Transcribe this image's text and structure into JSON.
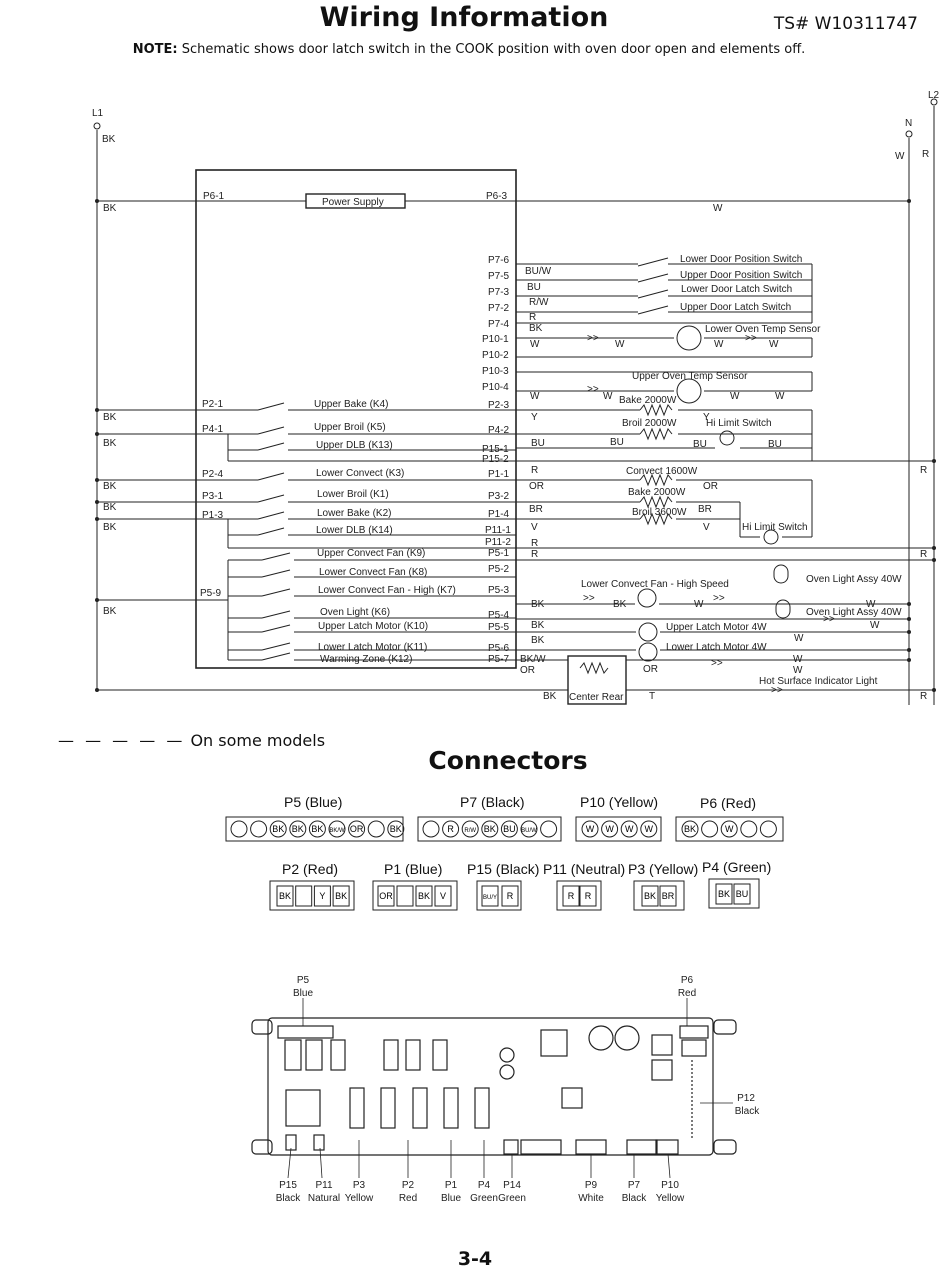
{
  "header": {
    "title": "Wiring Information",
    "ts_number": "TS# W10311747",
    "note_label": "NOTE:",
    "note_text": "Schematic shows door latch switch in the COOK position with oven door open and elements off."
  },
  "schematic": {
    "rails": {
      "l1": "L1",
      "n": "N",
      "l2": "L2",
      "l1_wire": "BK",
      "n_wire": "W",
      "l2_wire": "R"
    },
    "power_supply": {
      "label": "Power Supply",
      "left_pin": "P6-1",
      "right_pin": "P6-3",
      "left_wire": "BK",
      "right_wire": "W"
    },
    "door_switch_pins": [
      "P7-6",
      "P7-5",
      "P7-3",
      "P7-2",
      "P7-4"
    ],
    "door_switch_wires": [
      "BU/W",
      "BU",
      "R/W",
      "R",
      "BK"
    ],
    "door_switches": [
      "Lower Door Position Switch",
      "Upper Door Position Switch",
      "Lower Door Latch Switch",
      "Upper Door Latch Switch"
    ],
    "sensor_pins": [
      "P10-1",
      "P10-2",
      "P10-3",
      "P10-4"
    ],
    "lower_sensor": "Lower  Oven Temp Sensor",
    "upper_sensor": "Upper  Oven Temp Sensor",
    "sensor_wire": "W",
    "arrow": ">>",
    "relays_upper": [
      {
        "in_pin": "P2-1",
        "in_wire": "BK",
        "label": "Upper Bake (K4)",
        "out_pin": "P2-3"
      },
      {
        "in_pin": "P4-1",
        "in_wire": "BK",
        "label": "Upper Broil (K5)",
        "out_pin": "P4-2"
      },
      {
        "label": "Upper DLB (K13)",
        "out_pin": "P15-1",
        "out_pin2": "P15-2"
      }
    ],
    "relays_lower": [
      {
        "in_pin": "P2-4",
        "in_wire": "BK",
        "label": "Lower Convect (K3)",
        "out_pin": "P1-1"
      },
      {
        "in_pin": "P3-1",
        "in_wire": "BK",
        "label": "Lower Broil (K1)",
        "out_pin": "P3-2"
      },
      {
        "in_pin": "P1-3",
        "in_wire": "BK",
        "label": "Lower Bake (K2)",
        "out_pin": "P1-4"
      },
      {
        "label": "Lower DLB (K14)",
        "out_pin": "P11-1",
        "out_pin2": "P11-2"
      }
    ],
    "relays_p5": [
      {
        "label": "Upper Convect Fan (K9)",
        "out_pin": "P5-1"
      },
      {
        "label": "Lower Convect Fan (K8)",
        "out_pin": "P5-2"
      },
      {
        "label": "Lower Convect Fan - High (K7)",
        "out_pin": "P5-3"
      },
      {
        "label": "Oven Light (K6)",
        "out_pin": "P5-4"
      },
      {
        "label": "Upper Latch Motor (K10)",
        "out_pin": "P5-5"
      },
      {
        "label": "Lower Latch Motor (K11)",
        "out_pin": "P5-6"
      },
      {
        "label": "Warming Zone (K12)",
        "out_pin": "P5-7"
      }
    ],
    "p5_common": {
      "pin": "P5-9",
      "wire": "BK"
    },
    "loads": {
      "upper_bake": "Bake 2000W",
      "upper_broil": "Broil 2000W",
      "hi_limit": "Hi Limit Switch",
      "convect": "Convect 1600W",
      "lower_bake": "Bake 2000W",
      "lower_broil": "Broil 3600W",
      "fan_high": "Lower Convect Fan - High Speed",
      "oven_light_1": "Oven Light Assy 40W",
      "oven_light_2": "Oven Light Assy 40W",
      "upper_latch_motor": "Upper Latch Motor 4W",
      "lower_latch_motor": "Lower Latch Motor 4W",
      "center_rear": "Center Rear",
      "hot_surface": "Hot Surface Indicator Light"
    },
    "wire_colors": {
      "y": "Y",
      "bu": "BU",
      "r": "R",
      "or": "OR",
      "br": "BR",
      "v": "V",
      "bk": "BK",
      "w": "W",
      "bkw": "BK/W",
      "t": "T"
    }
  },
  "legend_text": "On some models",
  "connectors": {
    "title": "Connectors",
    "row1": [
      {
        "name": "P5 (Blue)",
        "pins": [
          "",
          "",
          "BK",
          "BK",
          "BK",
          "BK/W",
          "OR",
          "",
          "BK"
        ]
      },
      {
        "name": "P7 (Black)",
        "pins": [
          "",
          "R",
          "R/W",
          "BK",
          "BU",
          "BU/W",
          ""
        ]
      },
      {
        "name": "P10 (Yellow)",
        "pins": [
          "W",
          "W",
          "W",
          "W"
        ]
      },
      {
        "name": "P6 (Red)",
        "pins": [
          "BK",
          "",
          "W",
          "",
          ""
        ]
      }
    ],
    "row2": [
      {
        "name": "P2 (Red)",
        "pins": [
          "BK",
          "",
          "Y",
          "BK"
        ]
      },
      {
        "name": "P1 (Blue)",
        "pins": [
          "OR",
          "",
          "BK",
          "V"
        ]
      },
      {
        "name": "P15 (Black)",
        "pins": [
          "BU/Y",
          "R"
        ]
      },
      {
        "name": "P11 (Neutral)",
        "pins": [
          "R",
          "R"
        ]
      },
      {
        "name": "P3 (Yellow)",
        "pins": [
          "BK",
          "BR"
        ]
      },
      {
        "name": "P4 (Green)",
        "pins": [
          "BK",
          "BU"
        ]
      }
    ]
  },
  "board": {
    "top_labels": [
      {
        "name": "P5",
        "color": "Blue"
      },
      {
        "name": "P6",
        "color": "Red"
      }
    ],
    "side_label": {
      "name": "P12",
      "color": "Black"
    },
    "bottom_labels": [
      {
        "name": "P15",
        "color": "Black"
      },
      {
        "name": "P11",
        "color": "Natural"
      },
      {
        "name": "P3",
        "color": "Yellow"
      },
      {
        "name": "P2",
        "color": "Red"
      },
      {
        "name": "P1",
        "color": "Blue"
      },
      {
        "name": "P4",
        "color": "Green"
      },
      {
        "name": "P14",
        "color": "Green"
      },
      {
        "name": "P9",
        "color": "White"
      },
      {
        "name": "P7",
        "color": "Black"
      },
      {
        "name": "P10",
        "color": "Yellow"
      }
    ]
  },
  "page_number": "3-4"
}
